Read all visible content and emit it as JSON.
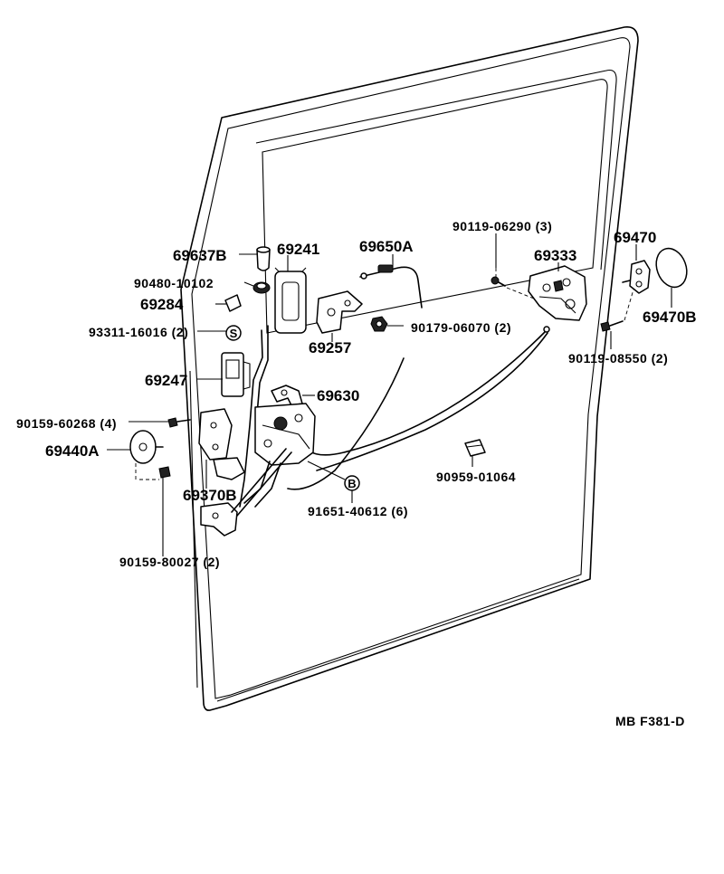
{
  "labels": {
    "p69637B": "69637B",
    "p69241": "69241",
    "p69650A": "69650A",
    "p90119_06290": "90119-06290 (3)",
    "p69470": "69470",
    "p69333": "69333",
    "p90480_10102": "90480-10102",
    "p69284": "69284",
    "p93311_16016": "93311-16016 (2)",
    "p69257": "69257",
    "p90179_06070": "90179-06070 (2)",
    "p69470B": "69470B",
    "p90119_08550": "90119-08550 (2)",
    "p69247": "69247",
    "p69630": "69630",
    "p90159_60268": "90159-60268 (4)",
    "p69440A": "69440A",
    "p69370B": "69370B",
    "p90959_01064": "90959-01064",
    "p91651_40612": "91651-40612 (6)",
    "p90159_80027": "90159-80027 (2)",
    "marker_s": "S",
    "marker_b": "B"
  },
  "code": "MB  F381-D"
}
